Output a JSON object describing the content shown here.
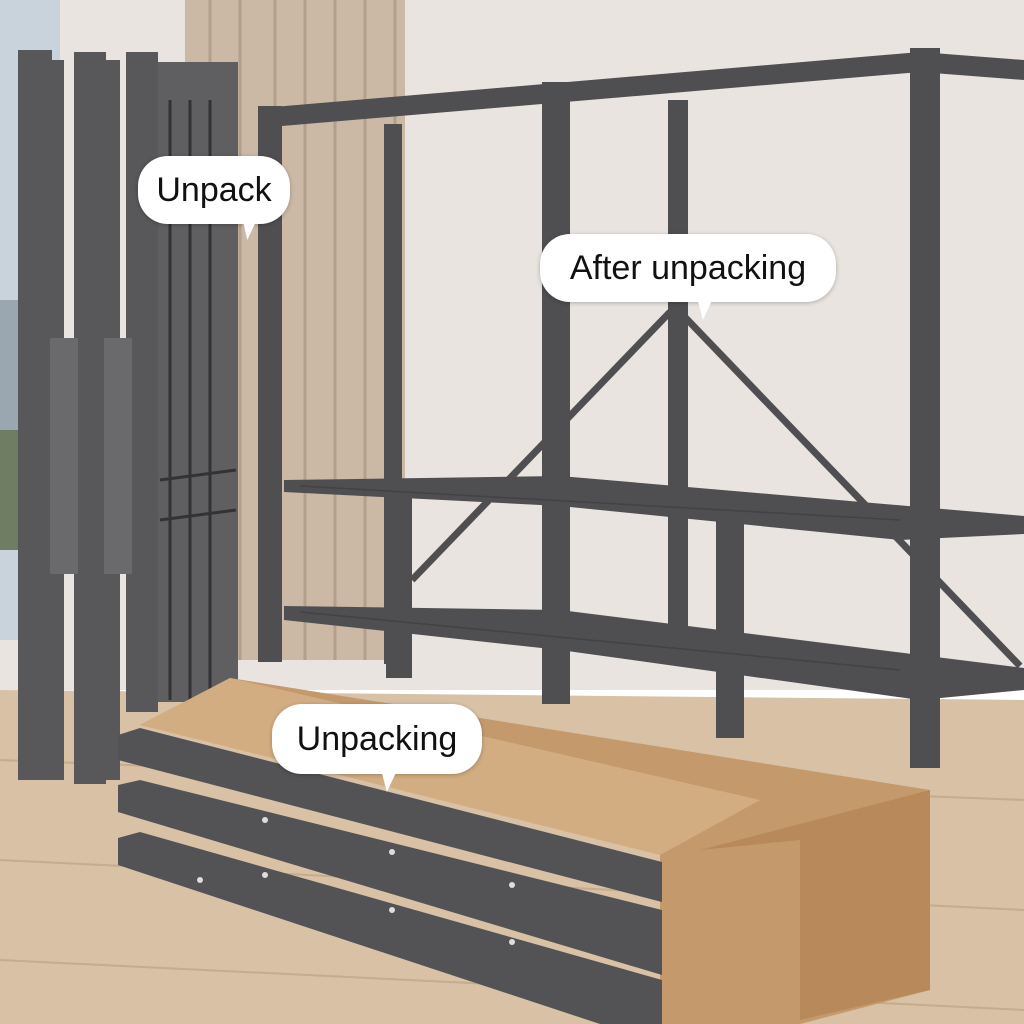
{
  "labels": {
    "unpack": "Unpack",
    "after_unpacking": "After unpacking",
    "unpacking": "Unpacking"
  },
  "colors": {
    "wall": "#e9e4df",
    "floor": "#d8c1a5",
    "metal": "#4f4f52",
    "cardboard": "#c49a6c",
    "curtain": "#cbb9a6"
  }
}
